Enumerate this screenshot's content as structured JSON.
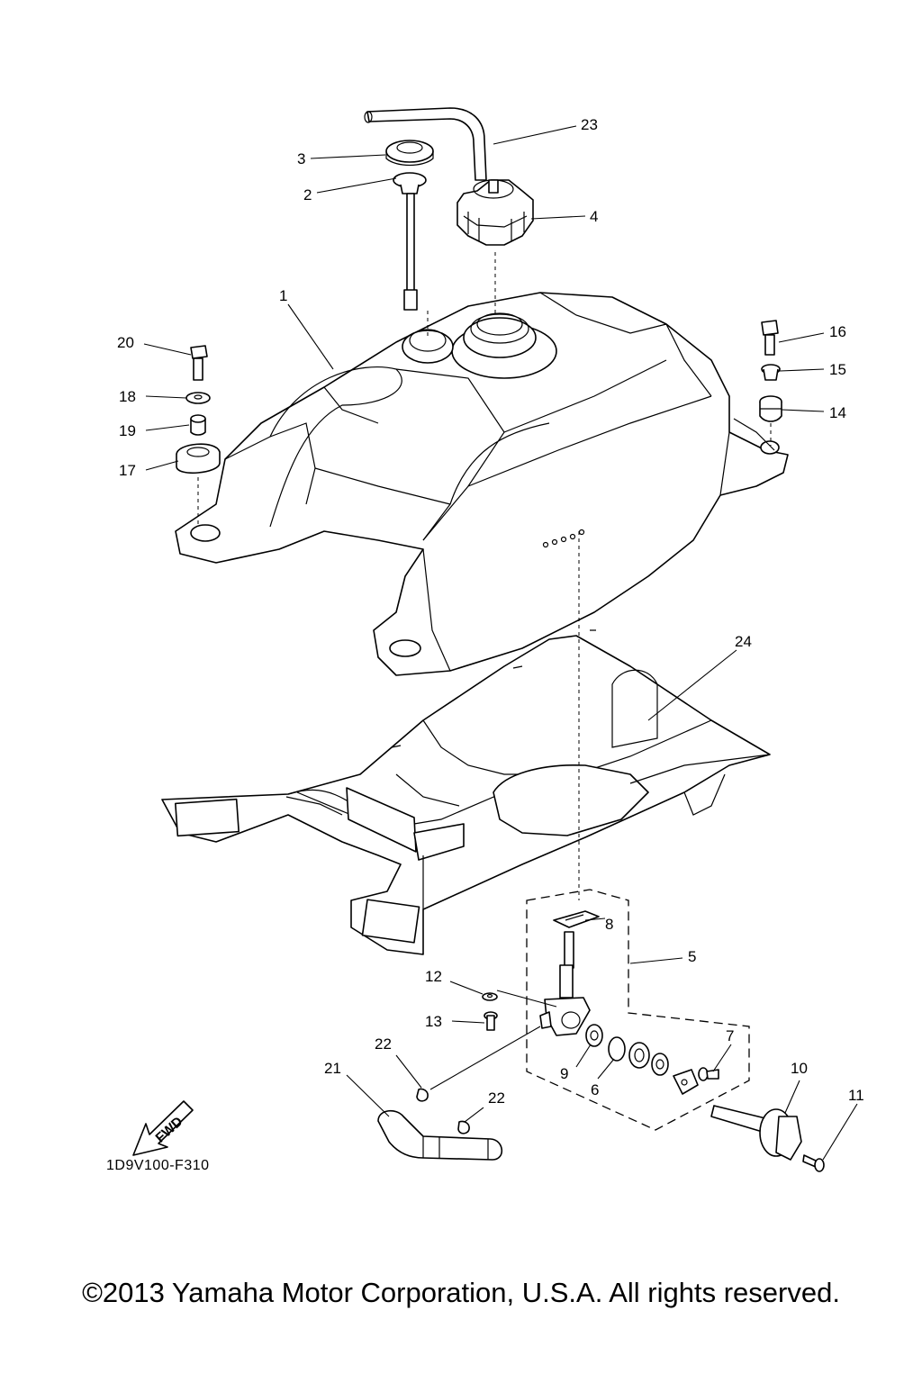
{
  "diagram": {
    "callouts": [
      {
        "id": "p1",
        "label": "1"
      },
      {
        "id": "p2",
        "label": "2"
      },
      {
        "id": "p3",
        "label": "3"
      },
      {
        "id": "p4",
        "label": "4"
      },
      {
        "id": "p5",
        "label": "5"
      },
      {
        "id": "p6",
        "label": "6"
      },
      {
        "id": "p7",
        "label": "7"
      },
      {
        "id": "p8",
        "label": "8"
      },
      {
        "id": "p9",
        "label": "9"
      },
      {
        "id": "p10",
        "label": "10"
      },
      {
        "id": "p11",
        "label": "11"
      },
      {
        "id": "p12",
        "label": "12"
      },
      {
        "id": "p13",
        "label": "13"
      },
      {
        "id": "p14",
        "label": "14"
      },
      {
        "id": "p15",
        "label": "15"
      },
      {
        "id": "p16",
        "label": "16"
      },
      {
        "id": "p17",
        "label": "17"
      },
      {
        "id": "p18",
        "label": "18"
      },
      {
        "id": "p19",
        "label": "19"
      },
      {
        "id": "p20",
        "label": "20"
      },
      {
        "id": "p21",
        "label": "21"
      },
      {
        "id": "p22a",
        "label": "22"
      },
      {
        "id": "p22b",
        "label": "22"
      },
      {
        "id": "p23",
        "label": "23"
      },
      {
        "id": "p24",
        "label": "24"
      }
    ],
    "fwd_label": "FWD",
    "figure_code": "1D9V100-F310"
  },
  "footer": {
    "copyright": "©2013 Yamaha Motor Corporation, U.S.A. All rights reserved."
  }
}
